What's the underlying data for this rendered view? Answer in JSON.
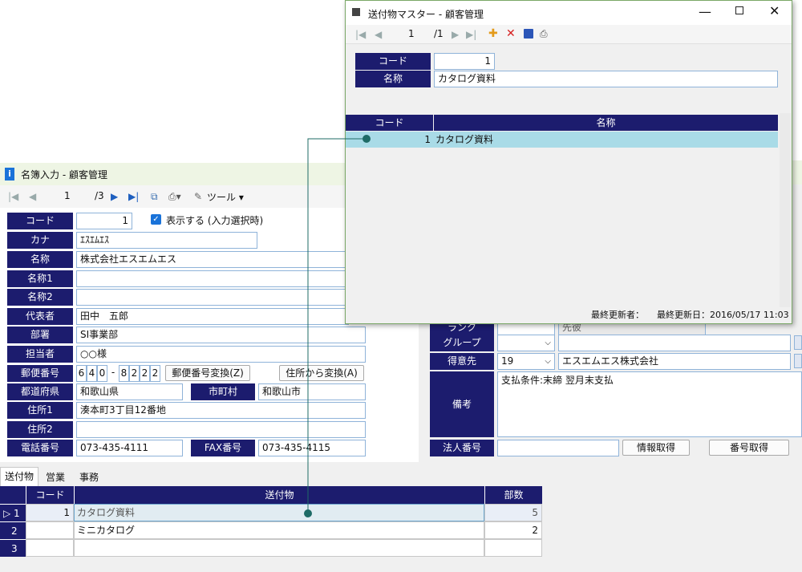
{
  "main_window": {
    "title": "名簿入力 - 顧客管理",
    "nav": {
      "record": "1",
      "total": "/3",
      "tools_label": "ツール"
    },
    "fields": {
      "code_label": "コード",
      "code_value": "1",
      "show_checkbox_label": "表示する (入力選択時)",
      "kana_label": "カナ",
      "kana_value": "ｴｽｴﾑｴｽ",
      "name_label": "名称",
      "name_value": "株式会社エスエムエス",
      "name1_label": "名称1",
      "name2_label": "名称2",
      "rep_label": "代表者",
      "rep_value": "田中　五郎",
      "dept_label": "部署",
      "dept_value": "SI事業部",
      "person_label": "担当者",
      "person_value": "○○様",
      "postal_label": "郵便番号",
      "postal_digits": [
        "6",
        "4",
        "0",
        "-",
        "8",
        "2",
        "2",
        "2"
      ],
      "postal_convert_button": "郵便番号変換(Z)",
      "address_convert_button": "住所から変換(A)",
      "pref_label": "都道府県",
      "pref_value": "和歌山県",
      "city_label": "市町村",
      "city_value": "和歌山市",
      "addr1_label": "住所1",
      "addr1_value": "湊本町3丁目12番地",
      "addr2_label": "住所2",
      "tel_label": "電話番号",
      "tel_value": "073-435-4111",
      "fax_label": "FAX番号",
      "fax_value": "073-435-4115"
    },
    "right_fields": {
      "partial_label": "ランク",
      "partial_value": "先彼",
      "group_label": "グループ",
      "client_label": "得意先",
      "client_code": "19",
      "client_name": "エスエムエス株式会社",
      "memo_label": "備考",
      "memo_value": "支払条件:末締 翌月末支払",
      "corp_label": "法人番号",
      "info_button": "情報取得",
      "number_button": "番号取得"
    },
    "tabs": [
      "送付物",
      "営業",
      "事務"
    ],
    "grid": {
      "columns": [
        "コード",
        "送付物",
        "部数"
      ],
      "rows": [
        {
          "num": "1",
          "code": "1",
          "item": "カタログ資料",
          "qty": "5"
        },
        {
          "num": "2",
          "code": "",
          "item": "ミニカタログ",
          "qty": "2"
        },
        {
          "num": "3",
          "code": "",
          "item": "",
          "qty": ""
        }
      ]
    }
  },
  "master_window": {
    "title": "送付物マスター - 顧客管理",
    "nav": {
      "record": "1",
      "total": "/1"
    },
    "code_label": "コード",
    "code_value": "1",
    "name_label": "名称",
    "name_value": "カタログ資料",
    "grid_columns": [
      "コード",
      "名称"
    ],
    "grid_row": {
      "code": "1",
      "name": "カタログ資料"
    },
    "status": {
      "updater_label": "最終更新者：",
      "updated_label": "最終更新日：2016/05/17 11:03"
    }
  },
  "colors": {
    "label_bg": "#1c1c6e",
    "title_bar": "#eef5e4",
    "selected_row": "#a9dbe7",
    "connector": "#1e6b66"
  }
}
